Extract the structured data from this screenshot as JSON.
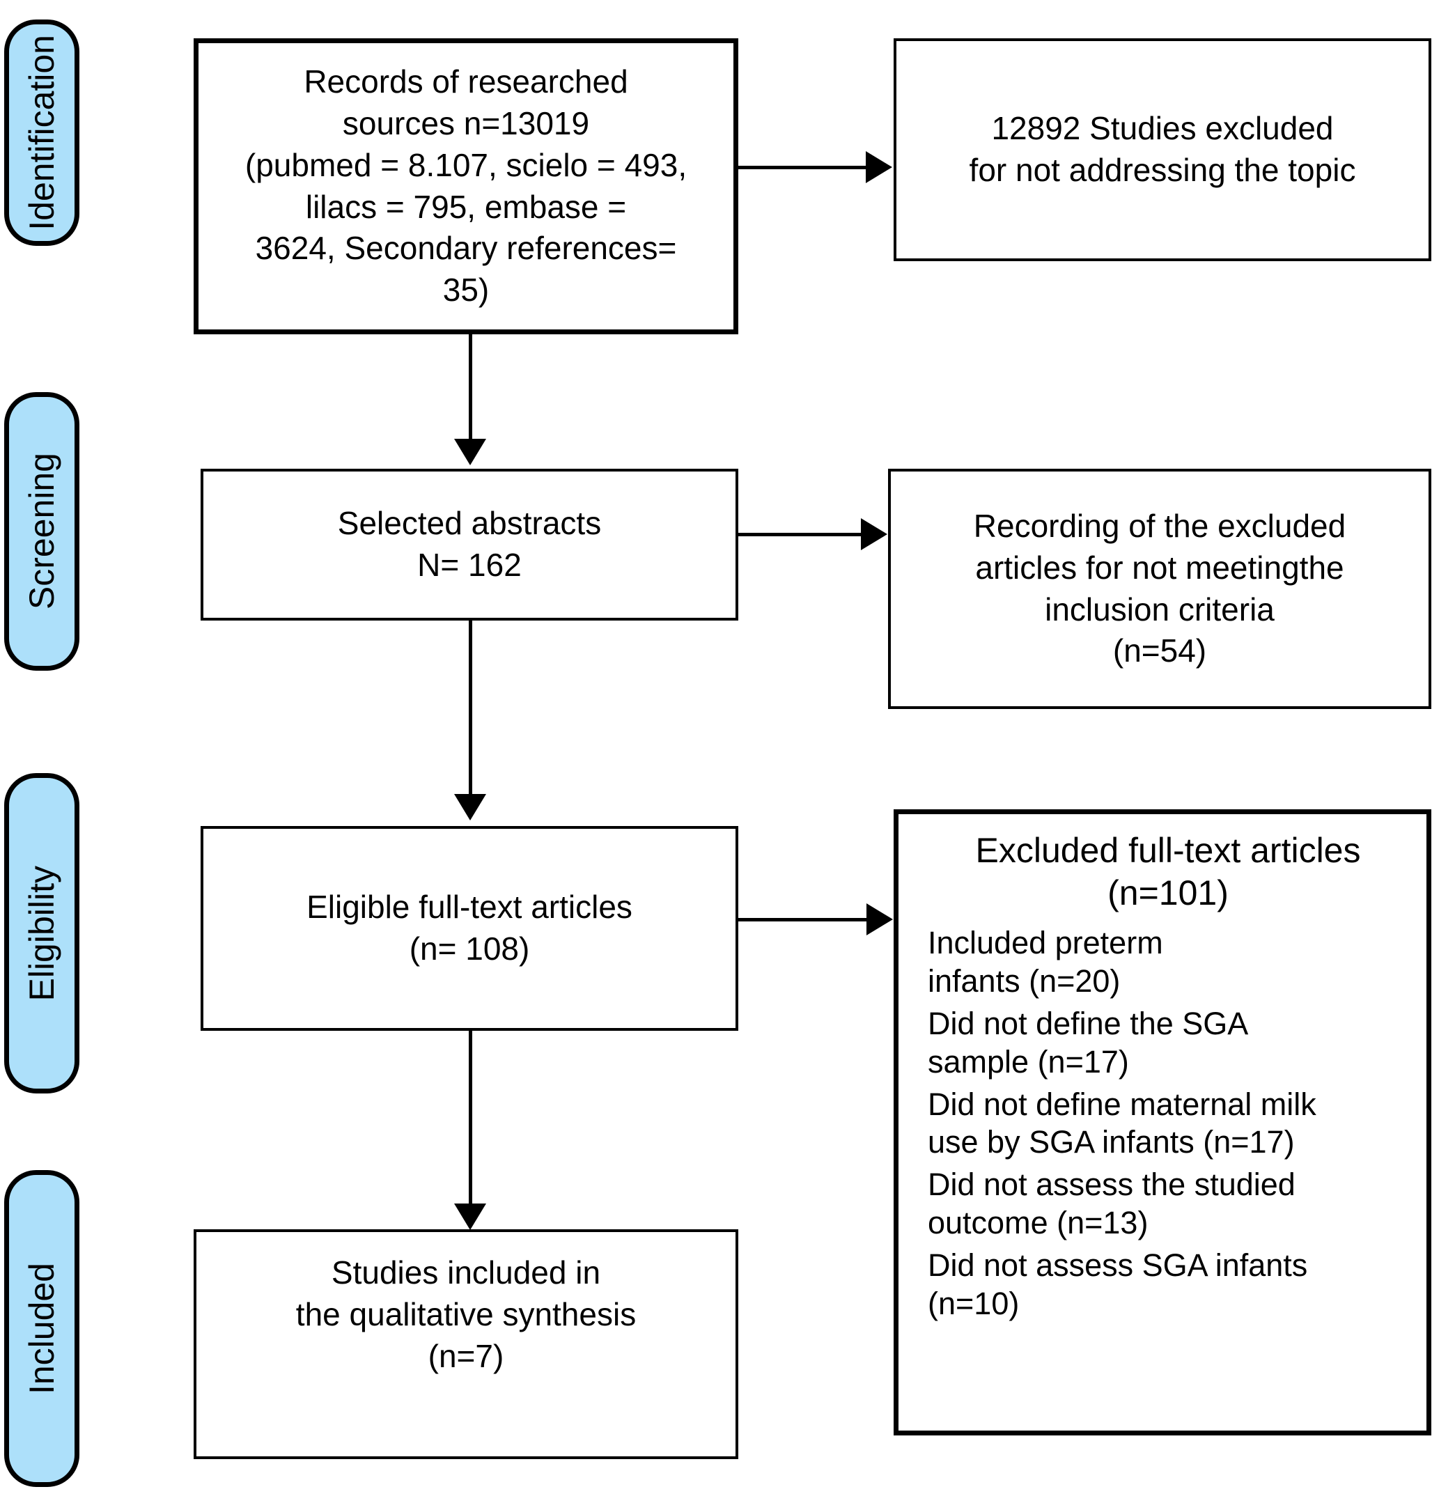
{
  "diagram": {
    "type": "prisma-flow-diagram",
    "stages": [
      {
        "id": "identification",
        "label": "Identification"
      },
      {
        "id": "screening",
        "label": "Screening"
      },
      {
        "id": "eligibility",
        "label": "Eligibility"
      },
      {
        "id": "included",
        "label": "Included"
      }
    ],
    "boxes": {
      "records": {
        "text": "Records of researched\nsources n=13019\n(pubmed = 8.107, scielo = 493,\nlilacs = 795, embase =\n3624, Secondary references=\n35)"
      },
      "excluded_topic": {
        "text": "12892 Studies excluded\nfor not addressing the topic"
      },
      "abstracts": {
        "text": "Selected abstracts\nN= 162"
      },
      "excluded_criteria": {
        "text": "Recording of the excluded\narticles for not meetingthe\ninclusion criteria\n(n=54)"
      },
      "eligible": {
        "text": "Eligible full-text articles\n(n= 108)"
      },
      "excluded_fulltext": {
        "heading": "Excluded full-text articles\n(n=101)",
        "items": [
          "Included preterm\n infants (n=20)",
          "Did not define the SGA\nsample (n=17)",
          "Did not define maternal milk\nuse by SGA infants (n=17)",
          "Did not assess the studied\noutcome (n=13)",
          "Did not assess SGA infants\n (n=10)"
        ]
      },
      "included_studies": {
        "text": "Studies included in\nthe qualitative synthesis\n(n=7)"
      }
    },
    "colors": {
      "stage_fill": "#ade0fa",
      "stroke": "#000000",
      "box_fill": "#ffffff"
    }
  }
}
